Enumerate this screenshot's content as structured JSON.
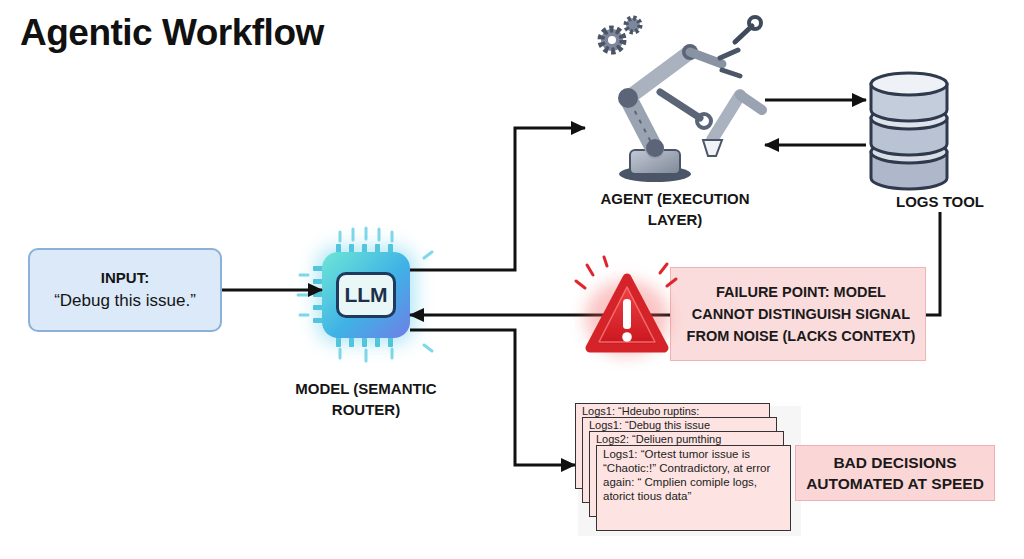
{
  "diagram": {
    "title": "Agentic Workflow",
    "nodes": [
      {
        "text": [
          "INPUT:",
          "“Debug this issue.”"
        ]
      },
      {
        "text": [
          "LLM",
          "MODEL (SEMANTIC ROUTER)"
        ]
      },
      {
        "text": [
          "AGENT (EXECUTION LAYER)"
        ]
      },
      {
        "text": [
          "LOGS TOOL"
        ]
      },
      {
        "text": [
          "FAILURE POINT: MODEL CANNOT DISTINGUISH SIGNAL FROM NOISE (LACKS CONTEXT)"
        ]
      },
      {
        "text": [
          "Logs1: “Hdeubo ruptins:"
        ]
      },
      {
        "text": [
          "Logs1: “Debug this issue"
        ]
      },
      {
        "text": [
          "Logs2: “Deliuen pumthing"
        ]
      },
      {
        "text": [
          "Logs1: “Ortest tumor issue is “Chaotic:!” Contradictory, at error again: “ Cmplien comiple logs, atorict tious data”"
        ]
      },
      {
        "text": [
          "BAD DECISIONS AUTOMATED AT SPEED"
        ]
      }
    ],
    "edges": [
      {
        "from": 0,
        "to": 1,
        "arrow": "to"
      },
      {
        "from": 1,
        "to": 2,
        "arrow": "to"
      },
      {
        "from": 2,
        "to": 3,
        "arrow": "to"
      },
      {
        "from": 3,
        "to": 2,
        "arrow": "to"
      },
      {
        "from": 3,
        "to": 4,
        "arrow": "none"
      },
      {
        "from": 4,
        "to": 1,
        "arrow": "to"
      },
      {
        "from": 1,
        "to": 5,
        "arrow": "to"
      }
    ]
  }
}
